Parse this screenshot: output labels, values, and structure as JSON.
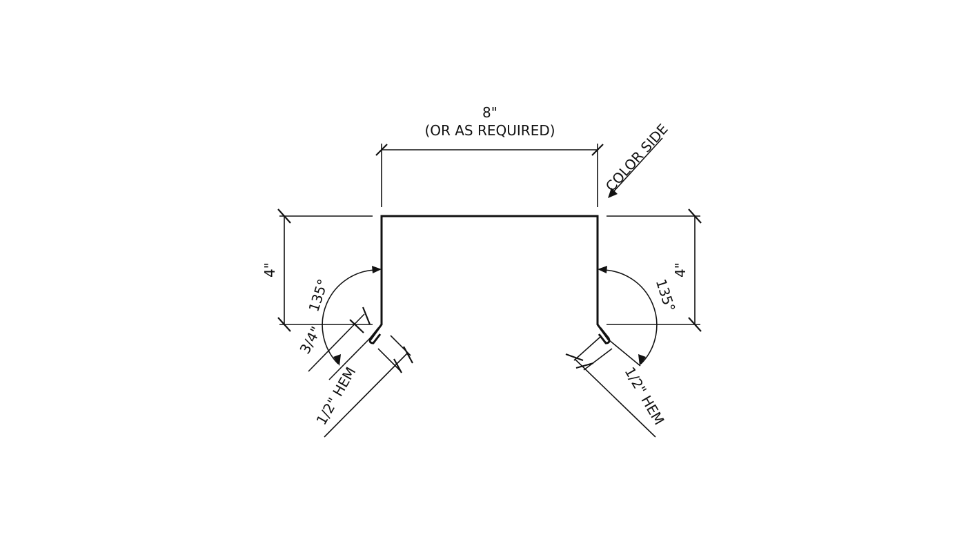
{
  "labels": {
    "width_dim": "8\"",
    "width_note": "(OR AS REQUIRED)",
    "color_side": "COLOR SIDE",
    "left_height": "4\"",
    "right_height": "4\"",
    "left_angle": "135°",
    "right_angle": "135°",
    "left_leg": "3/4\"",
    "left_hem": "1/2\" HEM",
    "right_hem": "1/2\" HEM"
  }
}
